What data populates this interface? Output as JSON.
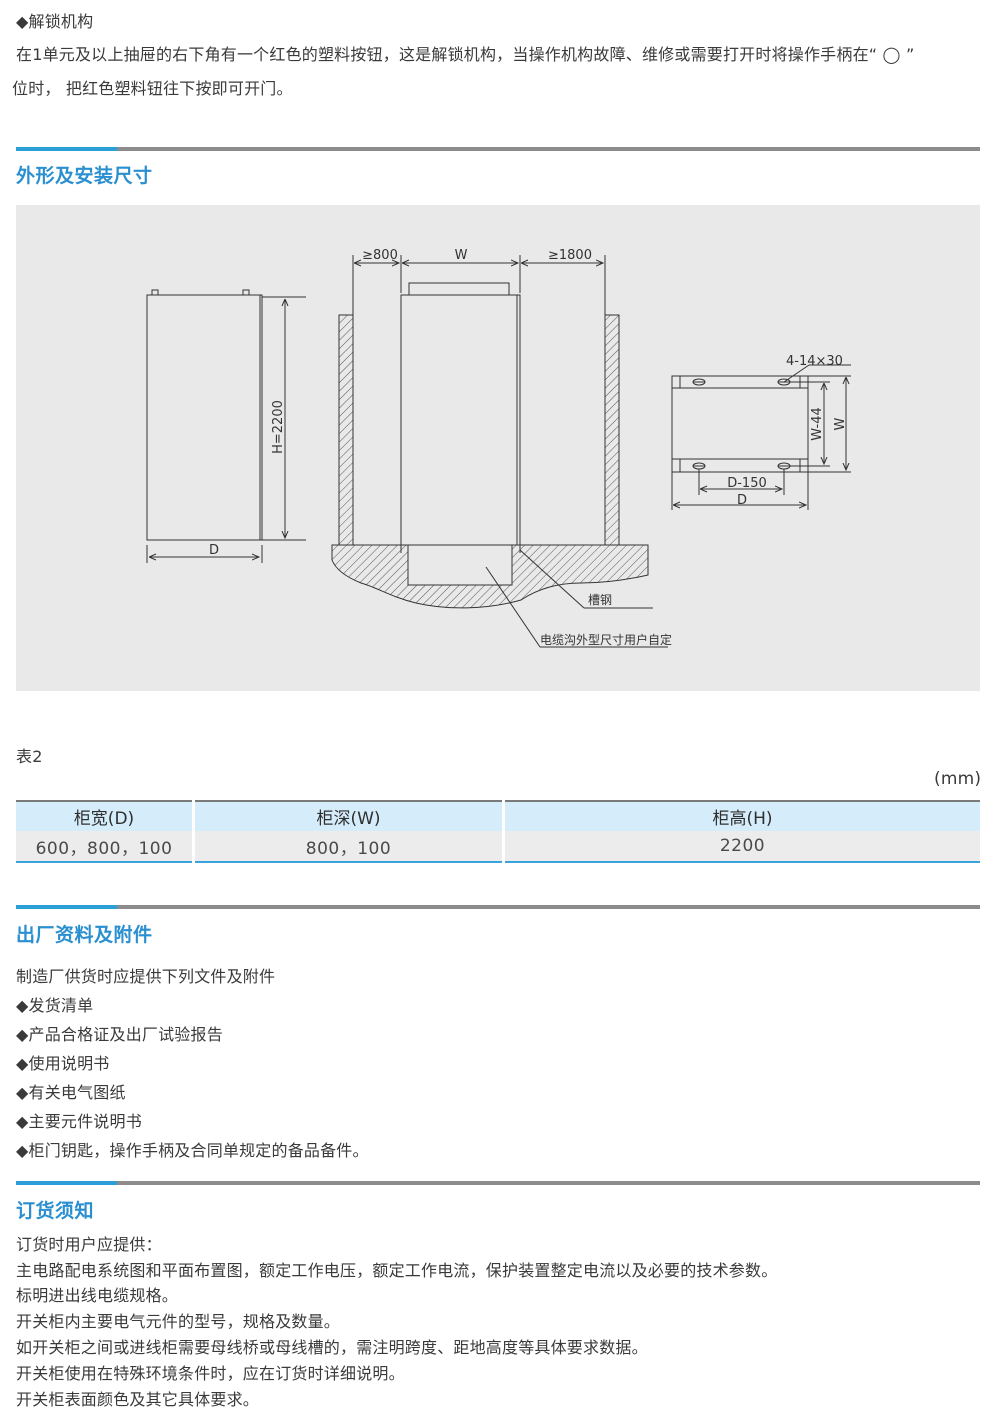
{
  "intro": {
    "heading": "◆解锁机构",
    "line1": "在1单元及以上抽屉的右下角有一个红色的塑料按钮，这是解锁机构，当操作机构故障、维修或需要打开时将操作手柄在“ ◯ ”",
    "line2": "位时， 把红色塑料钮往下按即可开门。"
  },
  "section_dims": {
    "title": "外形及安装尺寸",
    "diagram": {
      "side_h_label": "H=2200",
      "side_d_label": "D",
      "front_left_gap": "≥800",
      "front_w_label": "W",
      "front_right_gap": "≥1800",
      "channel_label": "槽钢",
      "trench_label": "电缆沟外型尺寸用户自定",
      "base_holes_label": "4-14×30",
      "base_w44_label": "W-44",
      "base_w_label": "W",
      "base_d150_label": "D-150",
      "base_d_label": "D"
    }
  },
  "table": {
    "caption": "表2",
    "unit": "(mm)",
    "headers": [
      "柜宽(D)",
      "柜深(W)",
      "柜高(H)"
    ],
    "row": [
      "600，800，100",
      "800，100",
      "2200"
    ]
  },
  "section_factory": {
    "title": "出厂资料及附件",
    "intro": "制造厂供货时应提供下列文件及附件",
    "items": [
      "◆发货清单",
      "◆产品合格证及出厂试验报告",
      "◆使用说明书",
      "◆有关电气图纸",
      "◆主要元件说明书",
      "◆柜门钥匙，操作手柄及合同单规定的备品备件。"
    ]
  },
  "section_order": {
    "title": "订货须知",
    "lines": [
      "订货时用户应提供：",
      "主电路配电系统图和平面布置图，额定工作电压，额定工作电流，保护装置整定电流以及必要的技术参数。",
      "标明进出线电缆规格。",
      "开关柜内主要电气元件的型号，规格及数量。",
      "如开关柜之间或进线柜需要母线桥或母线槽的，需注明跨度、距地高度等具体要求数据。",
      "开关柜使用在特殊环境条件时，应在订货时详细说明。",
      "开关柜表面颜色及其它具体要求。"
    ]
  },
  "colors": {
    "accent_blue": "#2a8fd0",
    "bar_gray": "#8c8c8c",
    "table_header_bg": "#d5ecfa",
    "table_row_bg": "#ececec",
    "diagram_bg": "#e9e9e9"
  }
}
